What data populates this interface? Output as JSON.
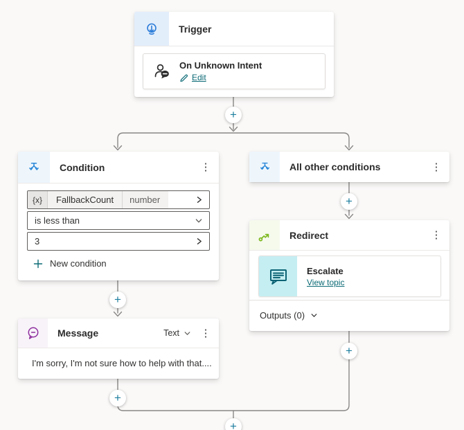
{
  "icons": {
    "plus": "+",
    "kebab": "⋮"
  },
  "colors": {
    "canvas_bg": "#faf9f8",
    "connector": "#8a8886",
    "plus_teal": "#1c7d9e",
    "trigger_blue": "#2b7cd8",
    "trigger_icon_bg": "#e3eefb",
    "condition_blue": "#2b88d8",
    "condition_icon_bg": "#eef6fc",
    "redirect_green": "#7db81e",
    "redirect_icon_bg": "#f5faed",
    "message_purple": "#8e2f9e",
    "message_icon_bg": "#f8f3f9",
    "escalate_teal": "#0b6374",
    "escalate_icon_bg": "#c5eef2",
    "link_teal": "#0b6a75"
  },
  "trigger": {
    "title": "Trigger",
    "intent": {
      "name": "On Unknown Intent",
      "edit_label": "Edit"
    }
  },
  "branch_left": {
    "title": "Condition",
    "variable_prefix": "{x}",
    "variable_name": "FallbackCount",
    "variable_type": "number",
    "operator": "is less than",
    "value": "3",
    "new_condition_label": "New condition"
  },
  "branch_right": {
    "title": "All other conditions"
  },
  "redirect": {
    "title": "Redirect",
    "topic_name": "Escalate",
    "topic_link_label": "View topic",
    "outputs_label": "Outputs (0)"
  },
  "message": {
    "title": "Message",
    "format_label": "Text",
    "text": "I'm sorry, I'm not sure how to help with that...."
  }
}
